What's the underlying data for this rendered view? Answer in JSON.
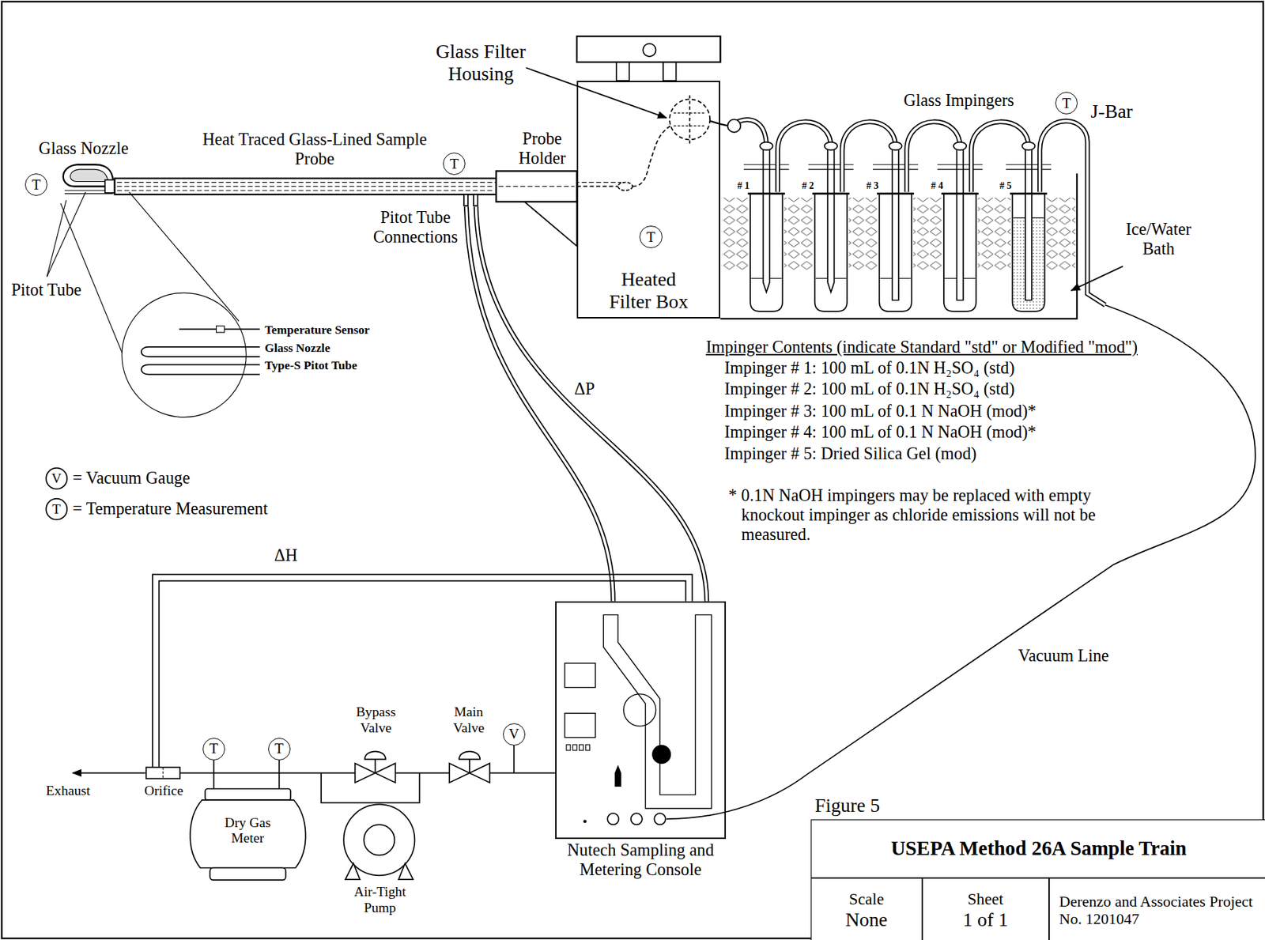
{
  "diagram": {
    "nodes": [
      {
        "text": [
          "T"
        ]
      },
      {
        "text": [
          "T"
        ]
      },
      {
        "text": [
          "Heated Filter Box"
        ]
      },
      {
        "text": [
          "T"
        ],
        "in": 2
      },
      {
        "text": [
          "T"
        ]
      },
      {
        "text": [
          "T"
        ]
      },
      {
        "text": [
          "T"
        ]
      },
      {
        "text": [
          "Dry Gas Meter"
        ]
      },
      {
        "text": [
          "V"
        ]
      },
      {
        "text": [
          "Nutech Sampling and Metering Console"
        ]
      },
      {
        "text": [
          "USEPA Method 26A Sample Train"
        ]
      },
      {
        "text": [
          "Scale",
          "None"
        ]
      },
      {
        "text": [
          "Sheet",
          "1 of 1"
        ]
      },
      {
        "text": [
          "Derenzo and Associates Project No. 1201047"
        ]
      }
    ],
    "edges": [
      {
        "from": 5,
        "to": 7,
        "arrow": "none"
      },
      {
        "from": 6,
        "to": 7,
        "arrow": "none"
      }
    ],
    "labels": [
      "Glass Filter Housing",
      "Glass Impingers",
      "J-Bar",
      "Glass Nozzle",
      "Heat Traced Glass-Lined Sample Probe",
      "Probe Holder",
      "# 1",
      "# 2",
      "# 3",
      "# 4",
      "# 5",
      "Pitot Tube Connections",
      "Ice/Water Bath",
      "Pitot Tube",
      "Temperature Sensor",
      "Glass Nozzle",
      "Type-S Pitot Tube",
      "Impinger Contents (indicate Standard \"std\" or Modified \"mod\")",
      "Impinger # 1: 100 mL of 0.1N H₂SO₄ (std)",
      "Impinger # 2: 100 mL of 0.1N H₂SO₄ (std)",
      "Impinger # 3: 100 mL of 0.1 N NaOH (mod)*",
      "Impinger # 4: 100 mL of 0.1 N NaOH (mod)*",
      "Impinger # 5: Dried Silica Gel (mod)",
      "ΔP",
      "V",
      "T",
      "* 0.1N NaOH impingers may be replaced with empty knockout impinger as chloride emissions will not be measured.",
      "ΔH",
      "Vacuum Line",
      "Bypass Valve",
      "Main Valve",
      "Exhaust",
      "Orifice",
      "Air-Tight Pump",
      "Figure 5"
    ],
    "legend": [
      {
        "text": "= Vacuum Gauge"
      },
      {
        "text": "= Temperature Measurement"
      }
    ]
  }
}
